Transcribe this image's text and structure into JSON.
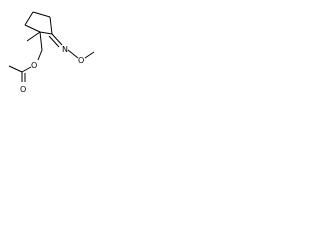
{
  "structure": {
    "atoms": {
      "oxime_nitrogen": "N",
      "oxime_oxygen": "O",
      "ester_oxygen": "O",
      "carbonyl_oxygen": "O"
    },
    "colors": {
      "bond": "#000000",
      "text": "#000000",
      "background": "#ffffff"
    }
  }
}
